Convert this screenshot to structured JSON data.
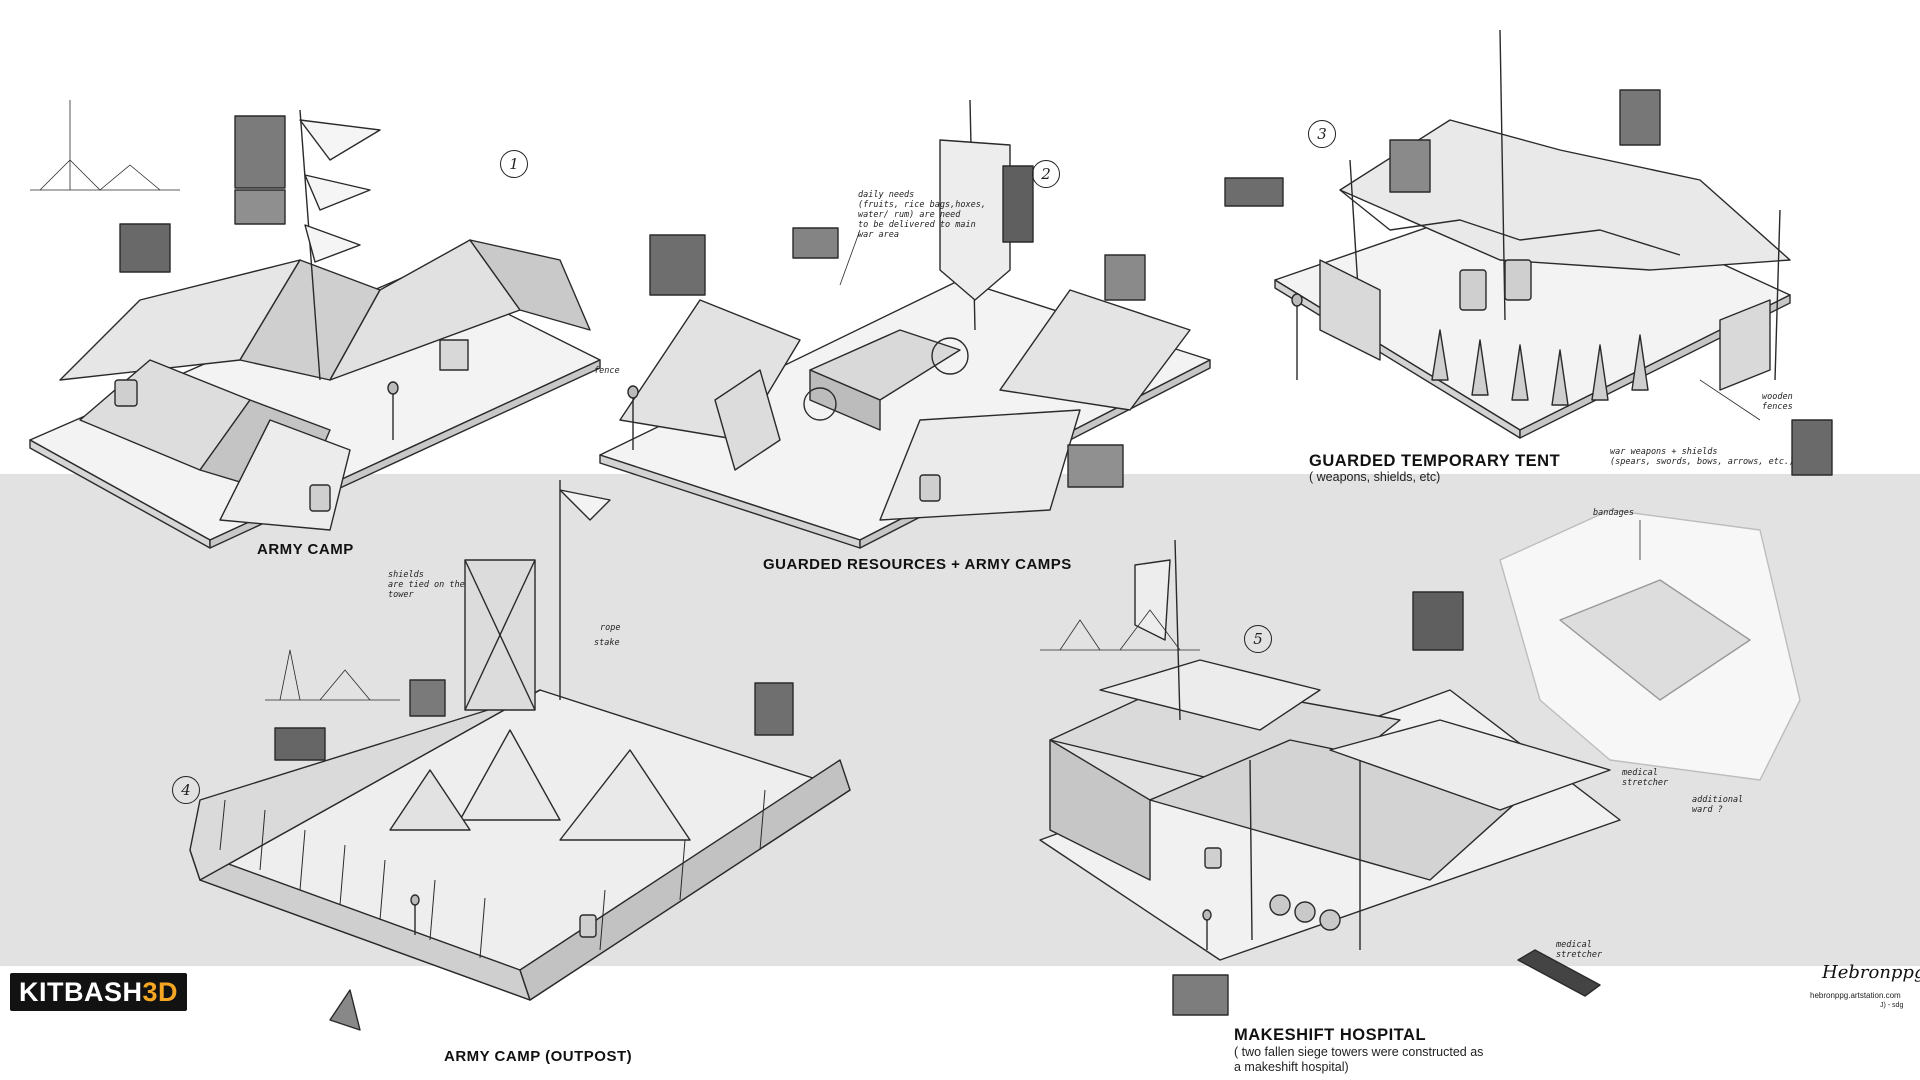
{
  "captions": {
    "army_camp": "ARMY CAMP",
    "guarded_resources": "GUARDED RESOURCES + ARMY CAMPS",
    "guarded_tent": "GUARDED TEMPORARY TENT",
    "guarded_tent_sub": "( weapons, shields, etc)",
    "outpost": "ARMY CAMP (OUTPOST)",
    "hospital": "MAKESHIFT HOSPITAL",
    "hospital_sub_1": "( two fallen siege towers were constructed as",
    "hospital_sub_2": "a makeshift hospital)"
  },
  "numbers": {
    "n1": "1",
    "n2": "2",
    "n3": "3",
    "n4": "4",
    "n5": "5"
  },
  "notes": {
    "daily_1": "daily needs",
    "daily_2": "(fruits, rice bags,hoxes,",
    "daily_3": "water/ rum) are need",
    "daily_4": "to be delivered to main",
    "daily_5": "war area",
    "fence": "fence",
    "wooden_1": "wooden",
    "wooden_2": "fences",
    "weapons_1": "war weapons + shields",
    "weapons_2": "(spears, swords, bows, arrows, etc.)",
    "shields_1": "shields",
    "shields_2": "are tied on the",
    "shields_3": "tower",
    "rope": "rope",
    "stake": "stake",
    "bandages": "bandages",
    "stretcher_1": "medical",
    "stretcher_2": "stretcher",
    "ward_1": "additional",
    "ward_2": "ward ?",
    "stretcher2_1": "medical",
    "stretcher2_2": "stretcher"
  },
  "logo": {
    "main": "KITBASH",
    "accent": "3D"
  },
  "signature": {
    "name": "Hebronppg",
    "url": "hebronppg.artstation.com",
    "date": "J) - sdg"
  },
  "colors": {
    "band": "#e2e2e2",
    "ink": "#111111",
    "logo_bg": "#121212",
    "logo_accent": "#f5a623"
  }
}
